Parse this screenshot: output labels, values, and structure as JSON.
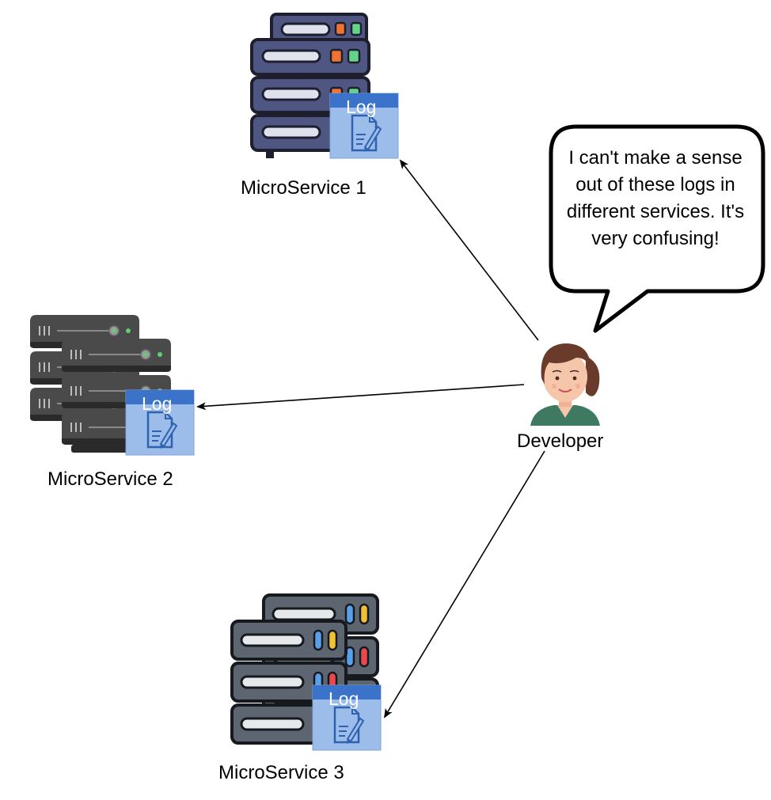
{
  "services": [
    {
      "label": "MicroService 1",
      "log_title": "Log",
      "icon": "server-rack-navy-icon"
    },
    {
      "label": "MicroService 2",
      "log_title": "Log",
      "icon": "server-stack-gray-icon"
    },
    {
      "label": "MicroService 3",
      "log_title": "Log",
      "icon": "server-rack-slate-icon"
    }
  ],
  "developer": {
    "label": "Developer",
    "icon": "developer-avatar-icon"
  },
  "speech_bubble": {
    "text": "I can't make a sense out of these logs in different services. It's very confusing!"
  },
  "colors": {
    "log_header": "#3a73c9",
    "log_body": "#9cbcea",
    "server1": "#4f5682",
    "server2": "#4a4a4a",
    "server3": "#5c6570",
    "arrow": "#000000"
  }
}
